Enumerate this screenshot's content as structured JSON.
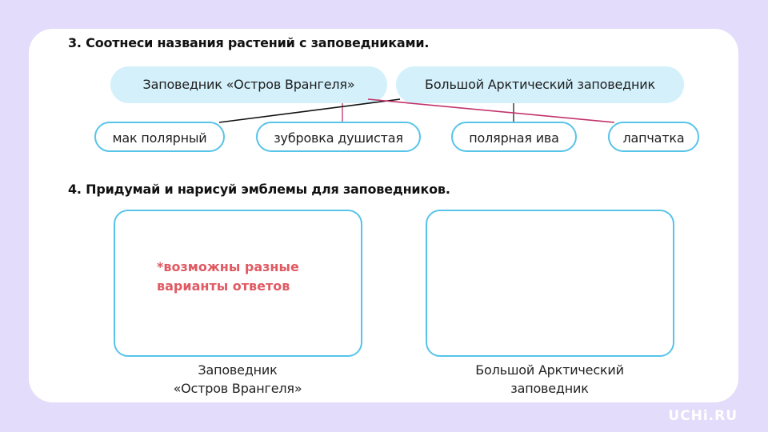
{
  "task3": {
    "title": "3. Соотнеси названия растений с заповедниками.",
    "reserves": [
      "Заповедник «Остров Врангеля»",
      "Большой Арктический заповедник"
    ],
    "plants": [
      "мак полярный",
      "зубровка душистая",
      "полярная ива",
      "лапчатка"
    ]
  },
  "task4": {
    "title": "4. Придумай и нарисуй эмблемы для заповедников.",
    "note_line1": "*возможны разные",
    "note_line2": "варианты ответов",
    "caption_left_line1": "Заповедник",
    "caption_left_line2": "«Остров Врангеля»",
    "caption_right_line1": "Большой Арктический",
    "caption_right_line2": "заповедник"
  },
  "branding": {
    "logo": "UCHi.RU"
  },
  "colors": {
    "background": "#e3dcfb",
    "accent_blue": "#56c4e9",
    "pill_fill": "#d3f0fb",
    "answer_red": "#e05a63"
  }
}
